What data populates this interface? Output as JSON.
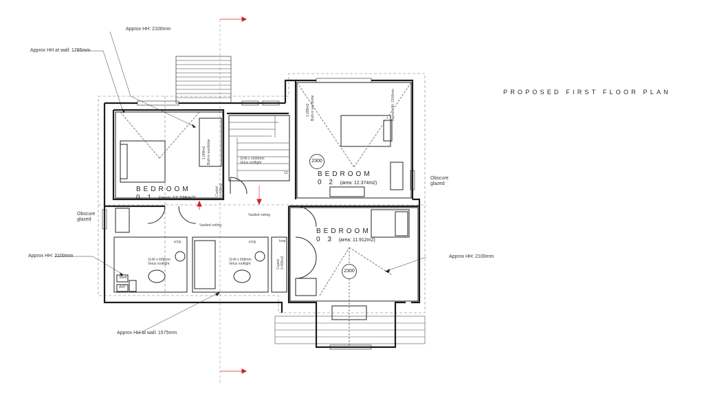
{
  "drawing": {
    "title": "PROPOSED FIRST FLOOR PLAN",
    "accent_color": "#d42020",
    "line_color": "#222222"
  },
  "rooms": [
    {
      "name": "BEDROOM",
      "number": "0 1",
      "area": "(area: 12.736m2)"
    },
    {
      "name": "BEDROOM",
      "number": "0 2",
      "area": "(area: 12.374m2)"
    },
    {
      "name": "BEDROOM",
      "number": "0 3",
      "area": "(area: 11.912m2)"
    }
  ],
  "annotations": {
    "hh_top": "Approx HH: 2100mm",
    "hh_wall_top": "Approx HH at wall: 1785mm",
    "hh_left": "Approx HH: 2100mm",
    "hh_right": "Approx HH: 2100mm",
    "hh_wall_bottom": "Approx HH at wall: 1575mm",
    "obscure_left": "Obscure\nglazed",
    "obscure_right": "Obscure\nglazed",
    "vaulted_1": "Vaulted ceiling",
    "vaulted_2": "Vaulted ceiling",
    "ceiling_bed2": "2300",
    "ceiling_bed3": "2300",
    "rooflight_stair": "1145 x 1600mm\nVelux rooflight",
    "rooflight_bath1": "1140 x 698mm\nVelux rooflight",
    "rooflight_bath2": "1140 x 698mm\nVelux rooflight",
    "htr_1": "HTR",
    "htr_2": "HTR",
    "cupboard_1": "Cupbd\n0.495m2",
    "cupboard_2": "Cupbd\n0.495m2",
    "wardrobe_1": "Built-in wardrobe",
    "wardrobe_1_area": "1.089m2",
    "wardrobe_2": "Built-in wardrobe",
    "wardrobe_2_area": "1.089m2",
    "wardrobe_3": "Approx HH: 2100mm",
    "shelf_1": "Shelf",
    "shelf_2": "Shelf",
    "avp": "AVP",
    "stair_num": "13",
    "loop": "loop"
  }
}
